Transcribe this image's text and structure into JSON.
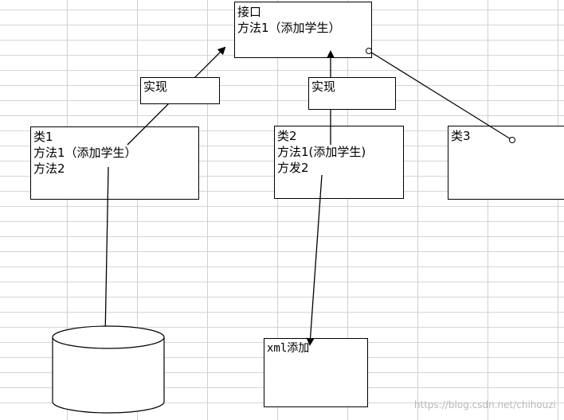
{
  "interface_box": {
    "title": "接口",
    "method1": "方法1（添加学生）"
  },
  "class1_box": {
    "title": "类1",
    "method1": "方法1（添加学生）",
    "method2": "方法2"
  },
  "class2_box": {
    "title": "类2",
    "method1": "方法1(添加学生)",
    "method2": "方发2"
  },
  "class3_box": {
    "title": "类3"
  },
  "implements_label_left": "实现",
  "implements_label_right": "实现",
  "xml_box": {
    "label": "xml添加"
  },
  "watermark": "https://blog.csdn.net/chihouzi",
  "colors": {
    "line": "#000000",
    "grid": "#d0d0d0"
  }
}
